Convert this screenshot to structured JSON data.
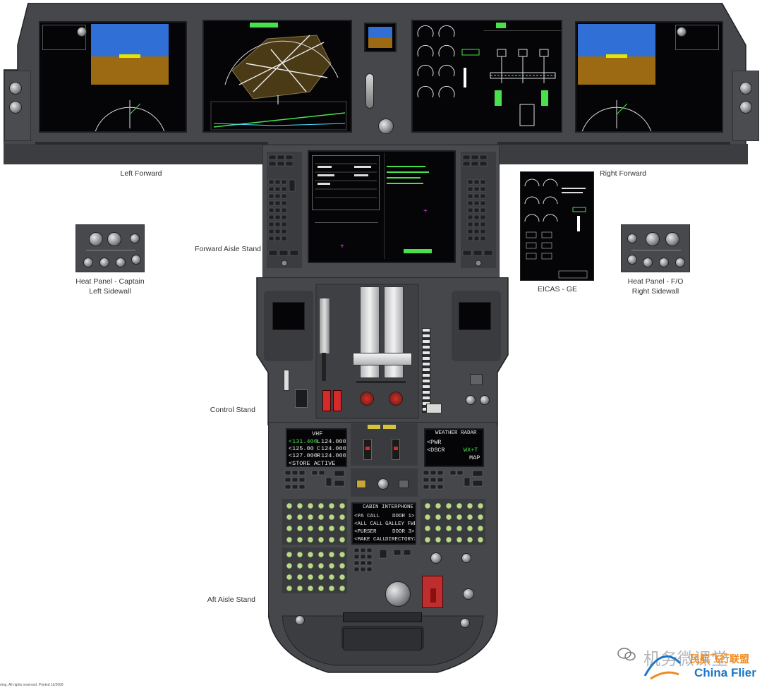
{
  "labels": {
    "left_forward": "Left Forward",
    "right_forward": "Right Forward",
    "forward_aisle_stand": "Forward Aisle Stand",
    "control_stand": "Control Stand",
    "aft_aisle_stand": "Aft Aisle Stand",
    "heat_panel_captain_line1": "Heat Panel - Captain",
    "heat_panel_captain_line2": "Left Sidewall",
    "heat_panel_fo_line1": "Heat Panel - F/O",
    "heat_panel_fo_line2": "Right Sidewall",
    "eicas_ge": "EICAS - GE"
  },
  "vhf_cdu": {
    "title": "VHF",
    "rows": [
      {
        "left": "<131.400",
        "mid": "L",
        "right": "124.000>"
      },
      {
        "left": "<125.00",
        "mid": "C",
        "right": "124.000>"
      },
      {
        "left": "<127.000",
        "mid": "R",
        "right": "124.000>"
      }
    ],
    "footer": "<STORE ACTIVE"
  },
  "weather_radar_cdu": {
    "title": "WEATHER RADAR",
    "rows": [
      "<PWR",
      "<DSCR",
      "WX+T",
      "MAP"
    ]
  },
  "cabin_interphone_cdu": {
    "title": "CABIN INTERPHONE",
    "rows": [
      {
        "left": "<PA CALL",
        "right": "DOOR 1>"
      },
      {
        "left": "<ALL CALL",
        "right": "GALLEY FWD>"
      },
      {
        "left": "<PURSER",
        "right": "DOOR 3>"
      },
      {
        "left": "<MAKE CALL",
        "right": "DIRECTORY>"
      }
    ]
  },
  "footer_copyright": "ning. All rights reserved. Printed 11/2009",
  "watermark": {
    "chinese": "机务微课堂",
    "brand_cn": "民航飞行联盟",
    "brand_en": "China Flier"
  },
  "colors": {
    "panel": "#4a4c50",
    "screen": "#050507",
    "sky": "#2f6fd6",
    "ground": "#9c6a12",
    "display_green": "#49e04b",
    "display_cyan": "#4fe0ff",
    "magenta": "#e03ce0",
    "fire_red": "#d42a2a"
  }
}
